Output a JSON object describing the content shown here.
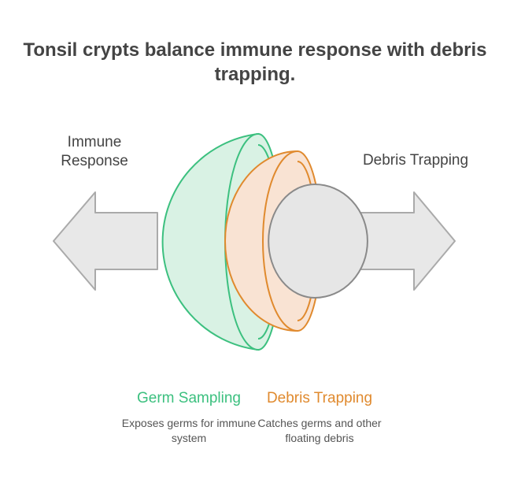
{
  "title": "Tonsil crypts balance immune response with debris trapping.",
  "left_label": "Immune Response",
  "right_label": "Debris Trapping",
  "items": [
    {
      "heading": "Germ Sampling",
      "description": "Exposes germs for immune system",
      "color": "#3cc07f",
      "fill": "#d9f2e4"
    },
    {
      "heading": "Debris Trapping",
      "description": "Catches germs and other floating debris",
      "color": "#e08a2e",
      "fill": "#f9e3d3"
    }
  ],
  "colors": {
    "arrow_fill": "#e8e8e8",
    "arrow_stroke": "#aaaaaa",
    "sphere_fill": "#e6e6e6",
    "sphere_stroke": "#8a8a8a",
    "text": "#444444"
  }
}
